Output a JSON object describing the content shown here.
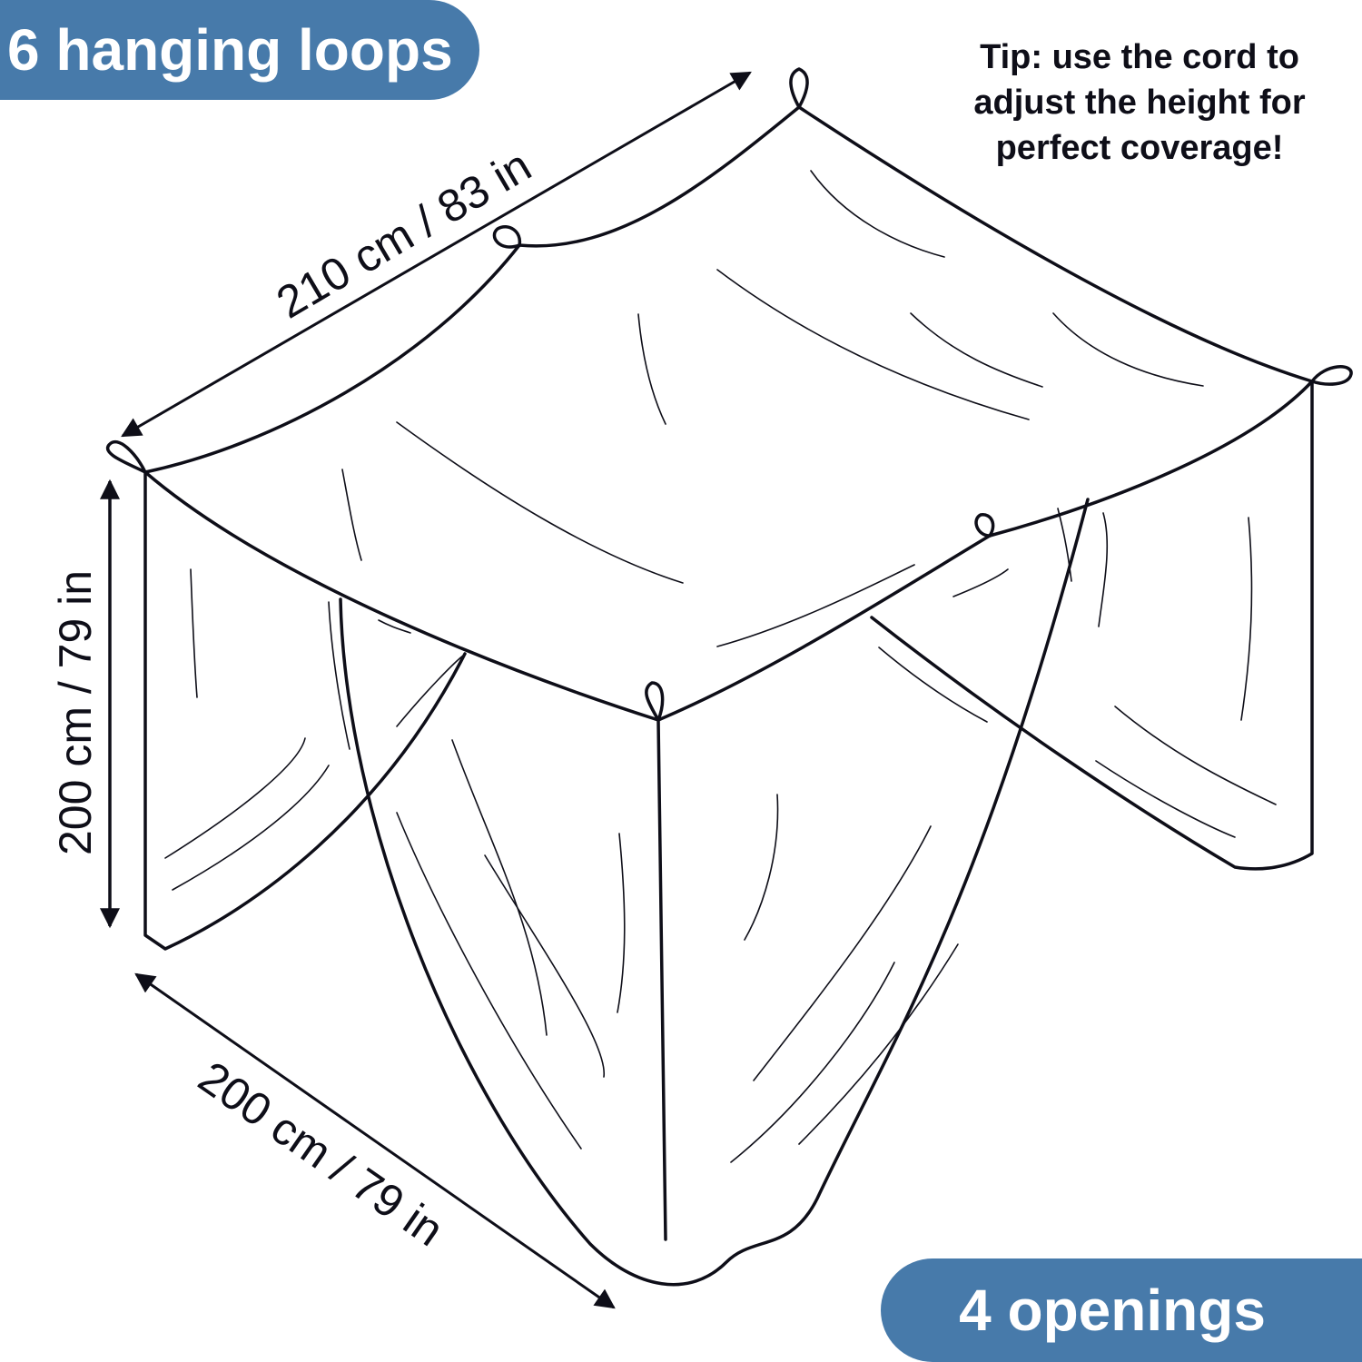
{
  "badges": {
    "hanging_loops": "6 hanging loops",
    "openings": "4 openings"
  },
  "tip": {
    "lines": [
      "Tip: use the cord to",
      "adjust the height for",
      "perfect coverage!"
    ]
  },
  "dimensions": {
    "length": "210 cm / 83 in",
    "height": "200 cm / 79 in",
    "width": "200 cm / 79 in"
  },
  "colors": {
    "badge_bg": "#477aaa",
    "badge_text": "#ffffff",
    "line": "#0e0e18",
    "background": "#ffffff"
  },
  "illustration": {
    "subject": "four-corner mosquito net canopy",
    "loop_count": 6,
    "opening_count": 4
  }
}
